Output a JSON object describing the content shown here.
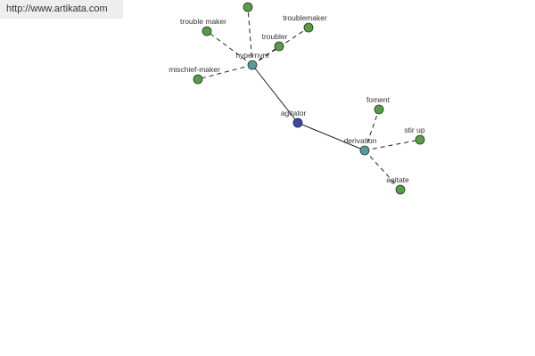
{
  "source": {
    "url": "http://www.artikata.com"
  },
  "colors": {
    "background": "#ffffff",
    "banner_bg": "#eeeeee",
    "edge": "#222222",
    "node_leaf": "#5a9a4a",
    "node_relation": "#5a9a9a",
    "node_center": "#3a4a9a"
  },
  "graph": {
    "center": {
      "label": "agitator",
      "kind": "center"
    },
    "relations": [
      {
        "label": "hypernym",
        "kind": "relation"
      },
      {
        "label": "derivation",
        "kind": "relation"
      }
    ],
    "leaves": [
      {
        "label": "trouble maker",
        "parent": "hypernym"
      },
      {
        "label": "",
        "parent": "hypernym"
      },
      {
        "label": "troublemaker",
        "parent": "hypernym"
      },
      {
        "label": "troubler",
        "parent": "hypernym"
      },
      {
        "label": "mischief-maker",
        "parent": "hypernym"
      },
      {
        "label": "foment",
        "parent": "derivation"
      },
      {
        "label": "stir up",
        "parent": "derivation"
      },
      {
        "label": "agitate",
        "parent": "derivation"
      }
    ]
  }
}
